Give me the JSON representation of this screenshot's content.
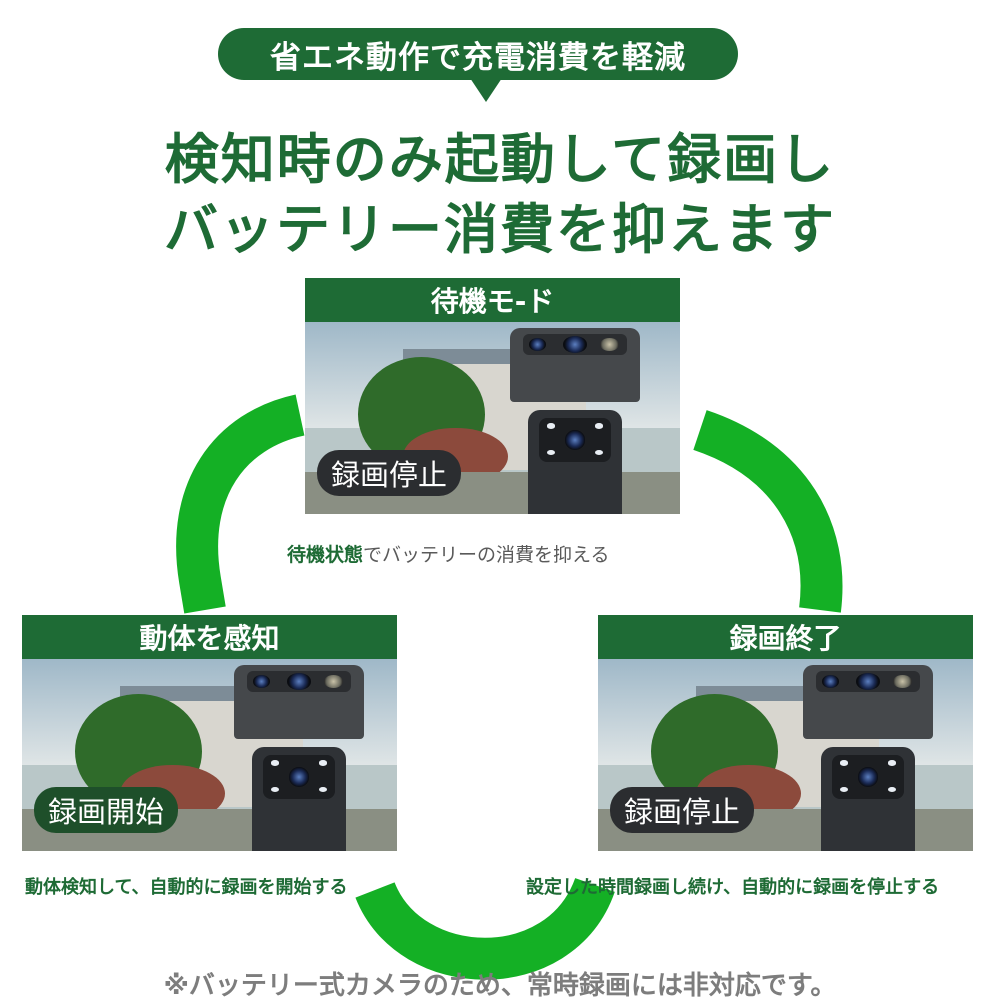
{
  "badge": {
    "text": "省エネ動作で充電消費を軽減"
  },
  "headline": {
    "line1": "検知時のみ起動して録画し",
    "line2": "バッテリー消費を抑えます"
  },
  "panels": {
    "standby": {
      "title": "待機モ-ド",
      "status": "録画停止"
    },
    "detect": {
      "title": "動体を感知",
      "status": "録画開始"
    },
    "finish": {
      "title": "録画終了",
      "status": "録画停止"
    }
  },
  "captions": {
    "standby": {
      "highlight": "待機状態",
      "rest": "でバッテリーの消費を抑える"
    },
    "detect": {
      "highlight": "動体検知",
      "rest": "して、自動的に録画を開始する"
    },
    "finish": {
      "text": "設定した時間録画し続け、自動的に録画を停止する"
    }
  },
  "footer": {
    "text": "※バッテリー式カメラのため、常時録画には非対応です。"
  },
  "colors": {
    "brand_green": "#1e6b35",
    "cycle_green": "#14b025"
  }
}
